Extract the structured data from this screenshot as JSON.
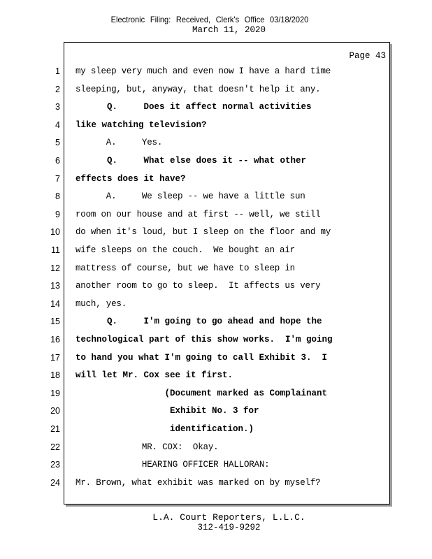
{
  "header": {
    "filing_stamp": "Electronic    Filing:   Received,    Clerk's   Office   03/18/2020",
    "date": "March 11, 2020"
  },
  "page": {
    "page_label": "Page 43"
  },
  "lines": [
    {
      "number": "1",
      "text": "my sleep very much and even now I have a hard time",
      "bold": false
    },
    {
      "number": "2",
      "text": "sleeping, but, anyway, that doesn't help it any.",
      "bold": false
    },
    {
      "number": "3",
      "text": "      Q.     Does it affect normal activities",
      "bold": true
    },
    {
      "number": "4",
      "text": "like watching television?",
      "bold": true
    },
    {
      "number": "5",
      "text": "      A.     Yes.",
      "bold": false
    },
    {
      "number": "6",
      "text": "      Q.     What else does it -- what other",
      "bold": true
    },
    {
      "number": "7",
      "text": "effects does it have?",
      "bold": true
    },
    {
      "number": "8",
      "text": "      A.     We sleep -- we have a little sun",
      "bold": false
    },
    {
      "number": "9",
      "text": "room on our house and at first -- well, we still",
      "bold": false
    },
    {
      "number": "10",
      "text": "do when it's loud, but I sleep on the floor and my",
      "bold": false
    },
    {
      "number": "11",
      "text": "wife sleeps on the couch.  We bought an air",
      "bold": false
    },
    {
      "number": "12",
      "text": "mattress of course, but we have to sleep in",
      "bold": false
    },
    {
      "number": "13",
      "text": "another room to go to sleep.  It affects us very",
      "bold": false
    },
    {
      "number": "14",
      "text": "much, yes.",
      "bold": false
    },
    {
      "number": "15",
      "text": "      Q.     I'm going to go ahead and hope the",
      "bold": true
    },
    {
      "number": "16",
      "text": "technological part of this show works.  I'm going",
      "bold": true
    },
    {
      "number": "17",
      "text": "to hand you what I'm going to call Exhibit 3.  I",
      "bold": true
    },
    {
      "number": "18",
      "text": "will let Mr. Cox see it first.",
      "bold": true
    },
    {
      "number": "19",
      "text": "                 (Document marked as Complainant",
      "bold": true
    },
    {
      "number": "20",
      "text": "                  Exhibit No. 3 for",
      "bold": true
    },
    {
      "number": "21",
      "text": "                  identification.)",
      "bold": true
    },
    {
      "number": "22",
      "text": "             MR. COX:  Okay.",
      "bold": false
    },
    {
      "number": "23",
      "text": "             HEARING OFFICER HALLORAN:",
      "bold": false
    },
    {
      "number": "24",
      "text": "Mr. Brown, what exhibit was marked on by myself?",
      "bold": false
    }
  ],
  "footer": {
    "reporter": "L.A. Court Reporters, L.L.C.",
    "phone": "312-419-9292"
  }
}
